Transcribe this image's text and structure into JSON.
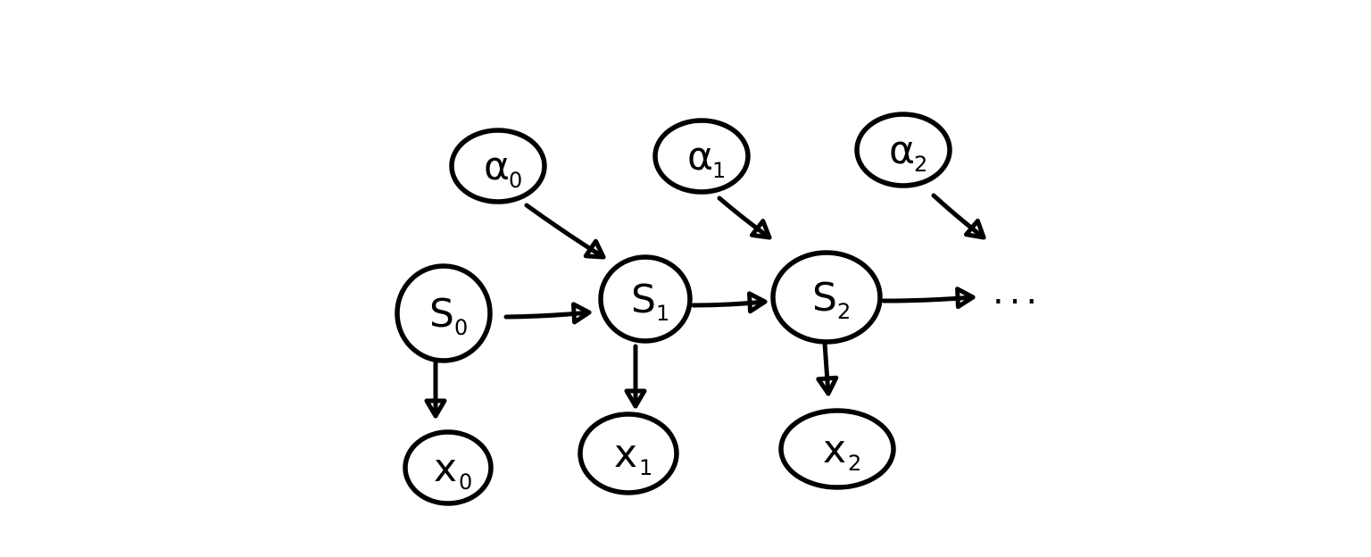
{
  "diagram": {
    "stroke_color": "#000000",
    "background_color": "#ffffff",
    "nodes": [
      {
        "id": "a0",
        "main": "α",
        "sub": "0"
      },
      {
        "id": "a1",
        "main": "α",
        "sub": "1"
      },
      {
        "id": "a2",
        "main": "α",
        "sub": "2"
      },
      {
        "id": "s0",
        "main": "S",
        "sub": "0"
      },
      {
        "id": "s1",
        "main": "S",
        "sub": "1"
      },
      {
        "id": "s2",
        "main": "S",
        "sub": "2"
      },
      {
        "id": "x0",
        "main": "x",
        "sub": "0"
      },
      {
        "id": "x1",
        "main": "x",
        "sub": "1"
      },
      {
        "id": "x2",
        "main": "x",
        "sub": "2"
      }
    ],
    "edges": [
      {
        "from": "a0",
        "to": "s1"
      },
      {
        "from": "a1",
        "to": "s2"
      },
      {
        "from": "a2",
        "to": "continuation"
      },
      {
        "from": "s0",
        "to": "s1"
      },
      {
        "from": "s1",
        "to": "s2"
      },
      {
        "from": "s2",
        "to": "continuation"
      },
      {
        "from": "s0",
        "to": "x0"
      },
      {
        "from": "s1",
        "to": "x1"
      },
      {
        "from": "s2",
        "to": "x2"
      }
    ],
    "continuation_text": "..."
  }
}
